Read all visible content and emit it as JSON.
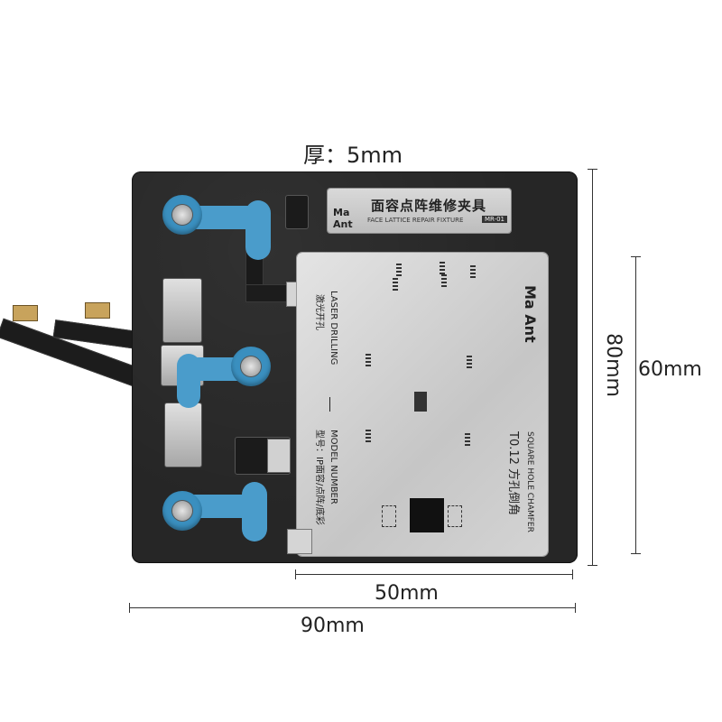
{
  "dimensions": {
    "thickness": "厚：5mm",
    "height_outer": "80mm",
    "height_inner": "60mm",
    "width_inner": "50mm",
    "width_outer": "90mm"
  },
  "label_plate": {
    "logo": "Ma Ant",
    "title_cn": "面容点阵维修夹具",
    "title_en": "FACE LATTICE REPAIR FIXTURE",
    "model_badge": "MR-01"
  },
  "stencil": {
    "logo": "Ma Ant",
    "laser_en": "LASER DRILLING",
    "laser_cn": "激光开孔",
    "model_en": "MODEL NUMBER",
    "model_cn": "型号：IP面容/点阵/底彩",
    "thickness": "T0.12 方孔倒角",
    "chamfer_en": "SQUARE HOLE CHAMFER"
  },
  "colors": {
    "plate": "#262626",
    "clamp": "#3a8fbf",
    "stencil": "#d0d0d0"
  }
}
